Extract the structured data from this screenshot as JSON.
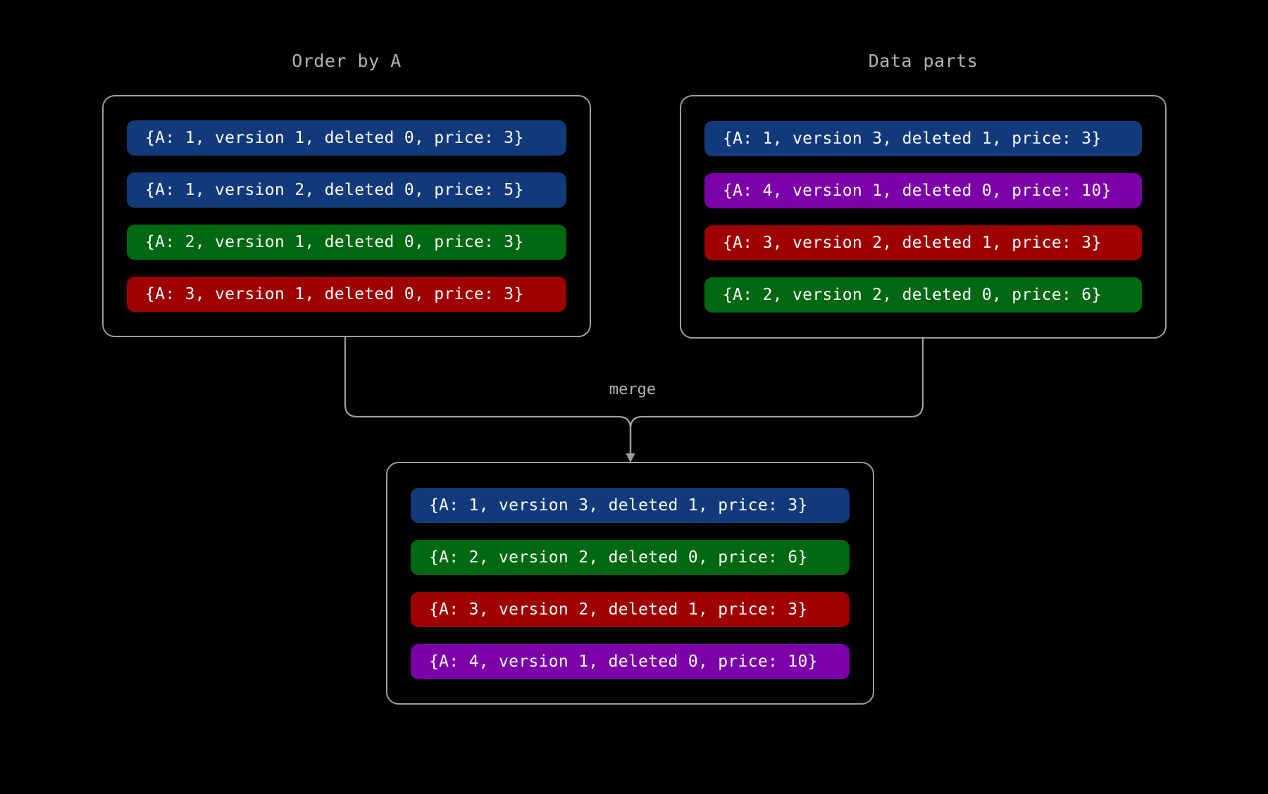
{
  "page": {
    "background_color": "#000000",
    "line_color": "#9e9e9e",
    "label_color": "#b3b3b3"
  },
  "colors": {
    "blue": "#123a7a",
    "green": "#006810",
    "red": "#9e0000",
    "purple": "#7b00a8"
  },
  "groups": {
    "left": {
      "title": "Order by A",
      "records": [
        {
          "text": "{A: 1, version 1, deleted 0, price: 3}",
          "color": "blue"
        },
        {
          "text": "{A: 1, version 2, deleted 0, price: 5}",
          "color": "blue"
        },
        {
          "text": "{A: 2, version 1, deleted 0, price: 3}",
          "color": "green"
        },
        {
          "text": "{A: 3, version 1, deleted 0, price: 3}",
          "color": "red"
        }
      ]
    },
    "right": {
      "title": "Data parts",
      "records": [
        {
          "text": "{A: 1, version 3, deleted 1, price: 3}",
          "color": "blue"
        },
        {
          "text": "{A: 4, version 1, deleted 0, price: 10}",
          "color": "purple"
        },
        {
          "text": "{A: 3, version 2, deleted 1, price: 3}",
          "color": "red"
        },
        {
          "text": "{A: 2, version 2, deleted 0, price: 6}",
          "color": "green"
        }
      ]
    },
    "merged": {
      "title": "",
      "records": [
        {
          "text": "{A: 1, version 3, deleted 1, price: 3}",
          "color": "blue"
        },
        {
          "text": "{A: 2, version 2, deleted 0, price: 6}",
          "color": "green"
        },
        {
          "text": "{A: 3, version 2, deleted 1, price: 3}",
          "color": "red"
        },
        {
          "text": "{A: 4, version 1, deleted 0, price: 10}",
          "color": "purple"
        }
      ]
    }
  },
  "edges": {
    "merge_label": "merge"
  }
}
